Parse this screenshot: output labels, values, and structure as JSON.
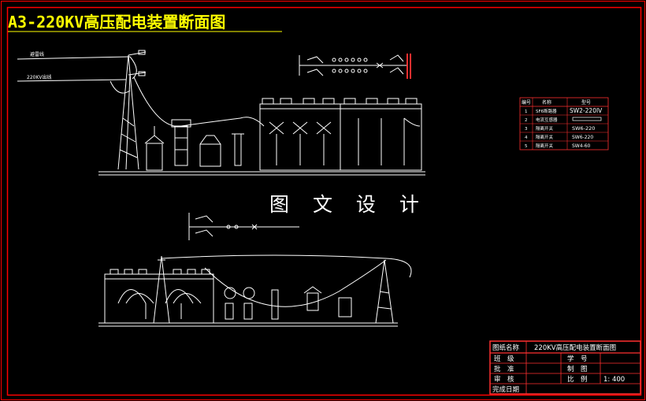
{
  "title": "A3-220KV高压配电装置断面图",
  "center_label": "图 文 设 计",
  "line_labels": {
    "top_line": "避雷线",
    "bus_line": "220KV出线"
  },
  "equipment_table": {
    "headers": [
      "编号",
      "名称",
      "型号"
    ],
    "rows": [
      [
        "1",
        "SF6断路器",
        "SW2-220IV"
      ],
      [
        "2",
        "电流互感器",
        ""
      ],
      [
        "3",
        "隔离开关",
        "SW6-220"
      ],
      [
        "4",
        "隔离开关",
        "SW6-220"
      ],
      [
        "5",
        "隔离开关",
        "SW4-60"
      ]
    ]
  },
  "title_block": {
    "drawing_name_label": "图纸名称",
    "drawing_name": "220KV高压配电装置断面图",
    "class_label": "班　级",
    "student_no_label": "学　号",
    "approve_label": "批　准",
    "drawn_label": "制　图",
    "review_label": "审　核",
    "scale_label": "比　例",
    "scale_value": "1: 400",
    "date_label": "完成日期"
  },
  "colors": {
    "background": "#000000",
    "border": "#ff0000",
    "lines": "#ffffff",
    "title": "#ffff00",
    "table": "#ff3030"
  }
}
